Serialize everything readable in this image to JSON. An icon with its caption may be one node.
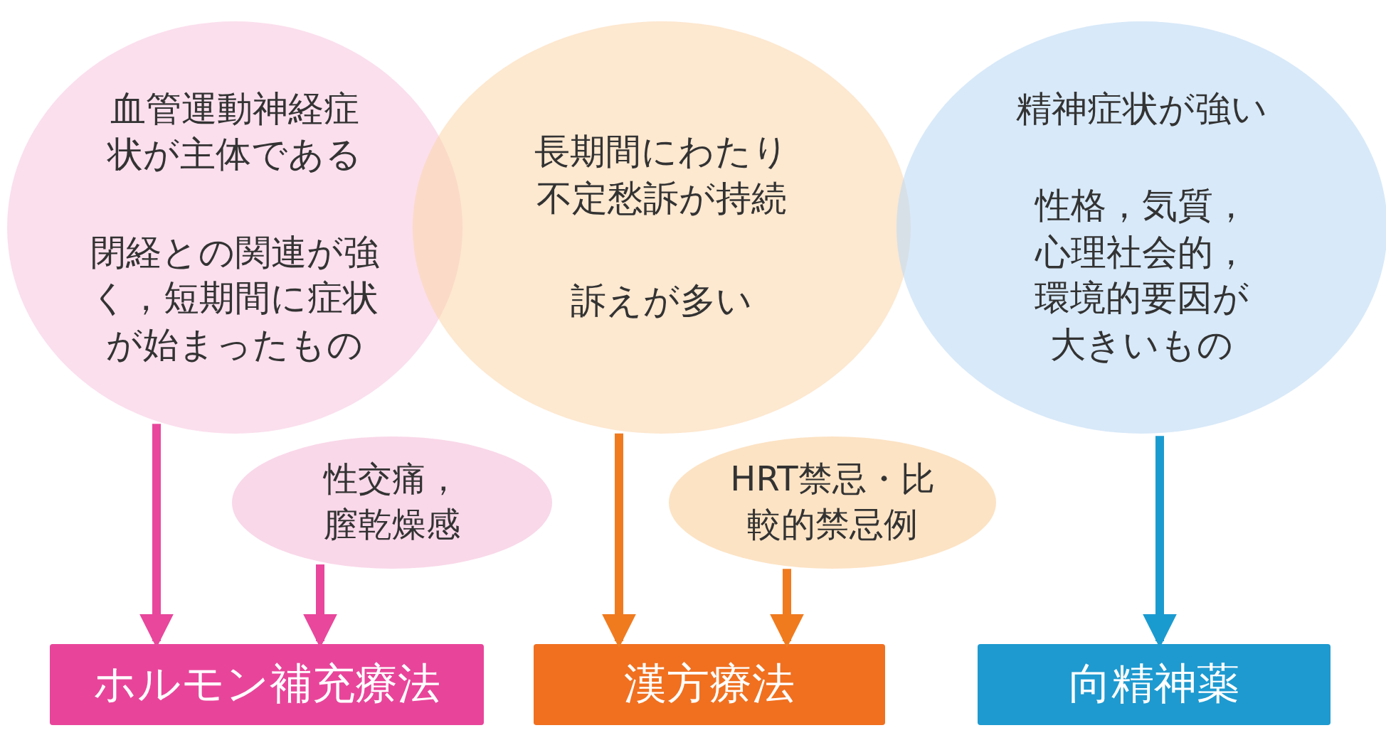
{
  "diagram": {
    "nodes": [
      {
        "text": [
          "血管運動神経症状が主体である",
          "閉経との関連が強く，短期間に症状が始まったもの"
        ]
      },
      {
        "text": [
          "長期間にわたり不定愁訴が持続",
          "訴えが多い"
        ]
      },
      {
        "text": [
          "精神症状が強い",
          "性格，気質，心理社会的，環境的要因が大きいもの"
        ]
      },
      {
        "text": [
          "性交痛，膣乾燥感"
        ]
      },
      {
        "text": [
          "HRT禁忌・比較的禁忌例"
        ]
      },
      {
        "text": [
          "ホルモン補充療法"
        ]
      },
      {
        "text": [
          "漢方療法"
        ]
      },
      {
        "text": [
          "向精神薬"
        ]
      }
    ],
    "edges": [
      {
        "from": 0,
        "to": 5,
        "arrow": "to",
        "color": "#e8479c"
      },
      {
        "from": 3,
        "to": 5,
        "arrow": "to",
        "color": "#e8479c"
      },
      {
        "from": 1,
        "to": 6,
        "arrow": "to",
        "color": "#f07b1f"
      },
      {
        "from": 4,
        "to": 6,
        "arrow": "to",
        "color": "#f07b1f"
      },
      {
        "from": 2,
        "to": 7,
        "arrow": "to",
        "color": "#1a9bd0"
      }
    ]
  }
}
